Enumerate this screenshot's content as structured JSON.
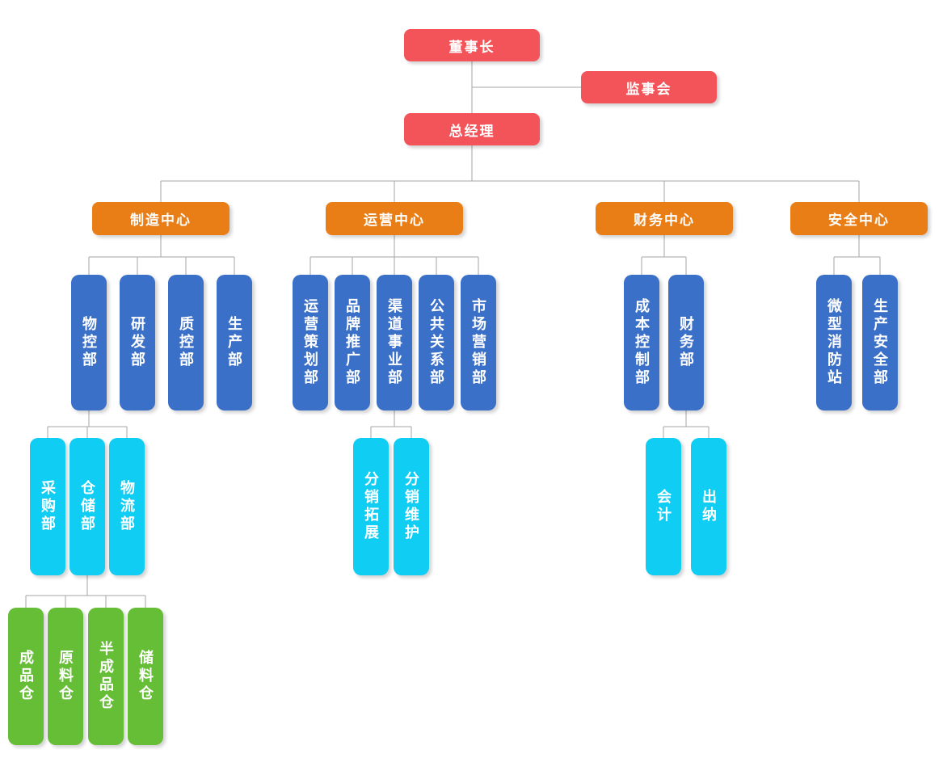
{
  "colors": {
    "level1": "#f35459",
    "level2": "#e97e17",
    "level3": "#3b70c9",
    "level4": "#10cdf3",
    "level5": "#65be35",
    "connector": "#a6a6a6",
    "text": "#ffffff"
  },
  "nodes": {
    "chairman": {
      "label": "董事长",
      "parent": null
    },
    "supervisory_board": {
      "label": "监事会",
      "parent": "chairman"
    },
    "general_manager": {
      "label": "总经理",
      "parent": "chairman"
    },
    "manufacturing_center": {
      "label": "制造中心",
      "parent": "general_manager"
    },
    "operations_center": {
      "label": "运营中心",
      "parent": "general_manager"
    },
    "finance_center": {
      "label": "财务中心",
      "parent": "general_manager"
    },
    "safety_center": {
      "label": "安全中心",
      "parent": "general_manager"
    },
    "material_control_dept": {
      "label": "物控部",
      "parent": "manufacturing_center"
    },
    "rnd_dept": {
      "label": "研发部",
      "parent": "manufacturing_center"
    },
    "quality_control_dept": {
      "label": "质控部",
      "parent": "manufacturing_center"
    },
    "production_dept": {
      "label": "生产部",
      "parent": "manufacturing_center"
    },
    "operations_planning_dept": {
      "label": "运营策划部",
      "parent": "operations_center"
    },
    "brand_promotion_dept": {
      "label": "品牌推广部",
      "parent": "operations_center"
    },
    "channel_business_dept": {
      "label": "渠道事业部",
      "parent": "operations_center"
    },
    "public_relations_dept": {
      "label": "公共关系部",
      "parent": "operations_center"
    },
    "marketing_dept": {
      "label": "市场营销部",
      "parent": "operations_center"
    },
    "cost_control_dept": {
      "label": "成本控制部",
      "parent": "finance_center"
    },
    "finance_dept": {
      "label": "财务部",
      "parent": "finance_center"
    },
    "micro_fire_station": {
      "label": "微型消防站",
      "parent": "safety_center"
    },
    "production_safety_dept": {
      "label": "生产安全部",
      "parent": "safety_center"
    },
    "procurement_dept": {
      "label": "采购部",
      "parent": "material_control_dept"
    },
    "warehousing_dept": {
      "label": "仓储部",
      "parent": "material_control_dept"
    },
    "logistics_dept": {
      "label": "物流部",
      "parent": "material_control_dept"
    },
    "distribution_expansion": {
      "label": "分销拓展",
      "parent": "channel_business_dept"
    },
    "distribution_maintenance": {
      "label": "分销维护",
      "parent": "channel_business_dept"
    },
    "accounting": {
      "label": "会计",
      "parent": "finance_dept"
    },
    "cashier": {
      "label": "出纳",
      "parent": "finance_dept"
    },
    "finished_goods_warehouse": {
      "label": "成品仓",
      "parent": "warehousing_dept"
    },
    "raw_material_warehouse": {
      "label": "原料仓",
      "parent": "warehousing_dept"
    },
    "semi_finished_goods_warehouse": {
      "label": "半成品仓",
      "parent": "warehousing_dept"
    },
    "storage_warehouse": {
      "label": "储料仓",
      "parent": "warehousing_dept"
    }
  }
}
